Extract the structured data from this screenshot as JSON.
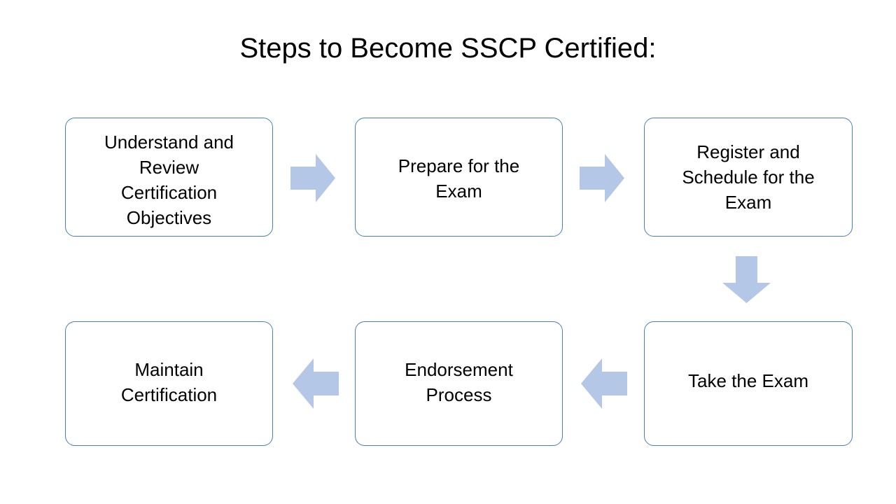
{
  "slide": {
    "title": "Steps to Become SSCP Certified:",
    "background_color": "#FFFFFF"
  },
  "theme": {
    "box_border_color": "#4A7EBB",
    "box_fill_color": "#FFFFFF",
    "arrow_fill_color": "#B4C7E7",
    "text_color": "#000000"
  },
  "chart_data": {
    "type": "diagram",
    "diagram_kind": "process-flow",
    "title": "Steps to Become SSCP Certified:",
    "nodes": [
      {
        "id": "step-1",
        "label": "Understand and Review Certification Objectives",
        "row": 1,
        "col": 1
      },
      {
        "id": "step-2",
        "label": "Prepare for the Exam",
        "row": 1,
        "col": 2
      },
      {
        "id": "step-3",
        "label": "Register and Schedule for the Exam",
        "row": 1,
        "col": 3
      },
      {
        "id": "step-4",
        "label": "Take the Exam",
        "row": 2,
        "col": 3
      },
      {
        "id": "step-5",
        "label": "Endorsement Process",
        "row": 2,
        "col": 2
      },
      {
        "id": "step-6",
        "label": "Maintain Certification",
        "row": 2,
        "col": 1
      }
    ],
    "edges": [
      {
        "from": "step-1",
        "to": "step-2",
        "direction": "right"
      },
      {
        "from": "step-2",
        "to": "step-3",
        "direction": "right"
      },
      {
        "from": "step-3",
        "to": "step-4",
        "direction": "down"
      },
      {
        "from": "step-4",
        "to": "step-5",
        "direction": "left"
      },
      {
        "from": "step-5",
        "to": "step-6",
        "direction": "left"
      }
    ]
  },
  "nodes": {
    "step1": {
      "label": "Understand and\nReview\nCertification\nObjectives"
    },
    "step2": {
      "label": "Prepare for the\nExam"
    },
    "step3": {
      "label": "Register and\nSchedule for the\nExam"
    },
    "step4": {
      "label": "Take the Exam"
    },
    "step5": {
      "label": "Endorsement\nProcess"
    },
    "step6": {
      "label": "Maintain\nCertification"
    }
  },
  "arrows": [
    {
      "name": "arrow-right-step1-step2",
      "direction": "right"
    },
    {
      "name": "arrow-right-step2-step3",
      "direction": "right"
    },
    {
      "name": "arrow-down-step3-step4",
      "direction": "down"
    },
    {
      "name": "arrow-left-step4-step5",
      "direction": "left"
    },
    {
      "name": "arrow-left-step5-step6",
      "direction": "left"
    }
  ]
}
